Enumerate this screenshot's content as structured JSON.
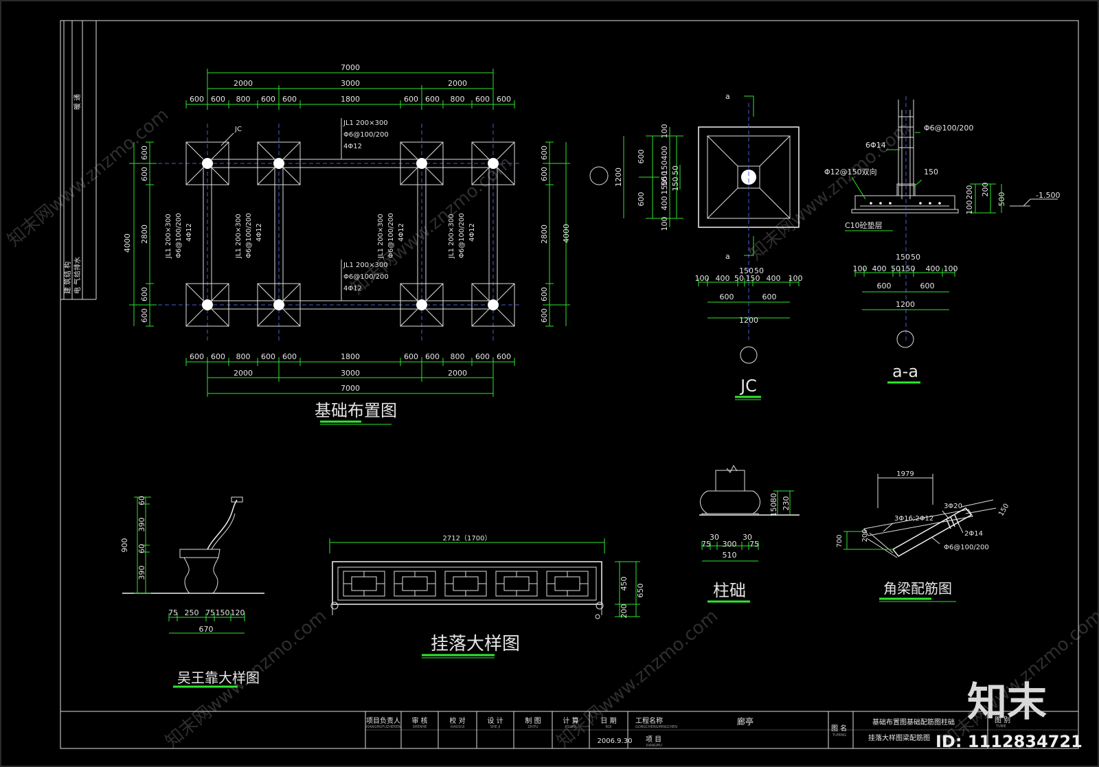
{
  "drawing": {
    "views": {
      "foundation_plan": {
        "title": "基础布置图",
        "marker": "JC",
        "top_dims": {
          "overall": "7000",
          "mid": [
            "2000",
            "3000",
            "2000"
          ],
          "detail": [
            "600",
            "600",
            "800",
            "600",
            "600",
            "1800",
            "600",
            "600",
            "800",
            "600",
            "600"
          ]
        },
        "bottom_dims": {
          "detail": [
            "600",
            "600",
            "800",
            "600",
            "600",
            "1800",
            "600",
            "600",
            "800",
            "600",
            "600"
          ],
          "mid": [
            "2000",
            "3000",
            "2000"
          ],
          "overall": "7000"
        },
        "left_dims": {
          "detail": [
            "600",
            "600",
            "2800",
            "600",
            "600"
          ],
          "overall": "4000"
        },
        "right_dims": {
          "detail": [
            "600",
            "600",
            "2800",
            "600",
            "600"
          ],
          "overall": "4000"
        },
        "beam_top": [
          "JL1 200×300",
          "Φ6@100/200",
          "4Φ12"
        ],
        "beam_bottom": [
          "JL1 200×300",
          "Φ6@100/200",
          "4Φ12"
        ],
        "beam_vertical": [
          "JL1 200×300",
          "Φ6@100/200",
          "4Φ12"
        ]
      },
      "footing_plan": {
        "title": "JC",
        "section_mark": "a",
        "left_dims": [
          "600",
          "600"
        ],
        "left_total": "1200",
        "right_dims": [
          "100",
          "400",
          "150",
          "50",
          "50",
          "150",
          "400",
          "100"
        ],
        "right_inner": [
          "50",
          "150"
        ],
        "bottom_dims": [
          "100",
          "400",
          "50",
          "150",
          "400",
          "100"
        ],
        "bottom_top": [
          "150",
          "50"
        ],
        "bottom_mid": [
          "600",
          "600"
        ],
        "bottom_total": "1200"
      },
      "section_aa": {
        "title": "a-a",
        "notes": [
          "Φ6@100/200",
          "6Φ14",
          "Φ12@150双向",
          "150",
          "C10砼垫层"
        ],
        "right_dims": [
          "100",
          "200",
          "200",
          "500"
        ],
        "elevation": "-1.500",
        "bottom_dims": [
          "100",
          "400",
          "50",
          "150",
          "400",
          "100"
        ],
        "bottom_top": [
          "150",
          "50"
        ],
        "bottom_mid": [
          "600",
          "600"
        ],
        "bottom_total": "1200"
      },
      "chair_detail": {
        "title": "吴王靠大样图",
        "left_dims": [
          "60",
          "390",
          "60",
          "390"
        ],
        "left_total": "900",
        "bottom_dims": [
          "75",
          "250",
          "75",
          "150",
          "120"
        ],
        "bottom_total": "670"
      },
      "hanging_detail": {
        "title": "挂落大样图",
        "top_dim": "2712（1700）",
        "right_dims": [
          "450",
          "200"
        ],
        "right_total": "650"
      },
      "column_base": {
        "title": "柱础",
        "right_dims": [
          "80",
          "150",
          "230"
        ],
        "bottom_dims": [
          "30",
          "75",
          "300",
          "30",
          "75"
        ],
        "bottom_total": "510"
      },
      "corner_beam": {
        "title": "角梁配筋图",
        "top_dim": "1979",
        "notes": [
          "3Φ16;2Φ12",
          "3Φ20",
          "2Φ14",
          "Φ6@100/200",
          "700",
          "200",
          "150"
        ]
      }
    },
    "title_block": {
      "roles": [
        {
          "label": "项目负责人",
          "pinyin": "XIANGMUFUZHEREN"
        },
        {
          "label": "审 核",
          "pinyin": "SHENHE"
        },
        {
          "label": "校 对",
          "pinyin": "XIAODUI"
        },
        {
          "label": "设 计",
          "pinyin": "SHE JI"
        },
        {
          "label": "制 图",
          "pinyin": "ZHITU"
        },
        {
          "label": "计 算",
          "pinyin": "JISUAN"
        },
        {
          "label": "日 期",
          "pinyin": "RQI"
        }
      ],
      "date": "2006.9.30",
      "project_name_label": "工程名称",
      "project_name_pinyin": "GONGCHENGMINGCHEN",
      "project_name_value": "廊亭",
      "project_label": "项 目",
      "project_pinyin": "XIANGMU",
      "drawing_name_label": "图 名",
      "drawing_name_pinyin": "TUMING",
      "drawing_name_value": [
        "基础布置图基础配筋图柱础",
        "挂落大样图梁配筋图"
      ],
      "sheet_label": "图 别",
      "sheet_pinyin": "TUBIE"
    },
    "side_strip": [
      "建 筑",
      "结 构",
      "电 气",
      "给排水",
      "暖 通"
    ],
    "watermark": {
      "text": "知末网www.znzmo.com",
      "logo": "知末",
      "id": "ID: 1112834721"
    }
  },
  "colors": {
    "background": "#000000",
    "line": "#e0e0e0",
    "dimension": "#2ee82e",
    "axis": "#4a5bd8"
  }
}
